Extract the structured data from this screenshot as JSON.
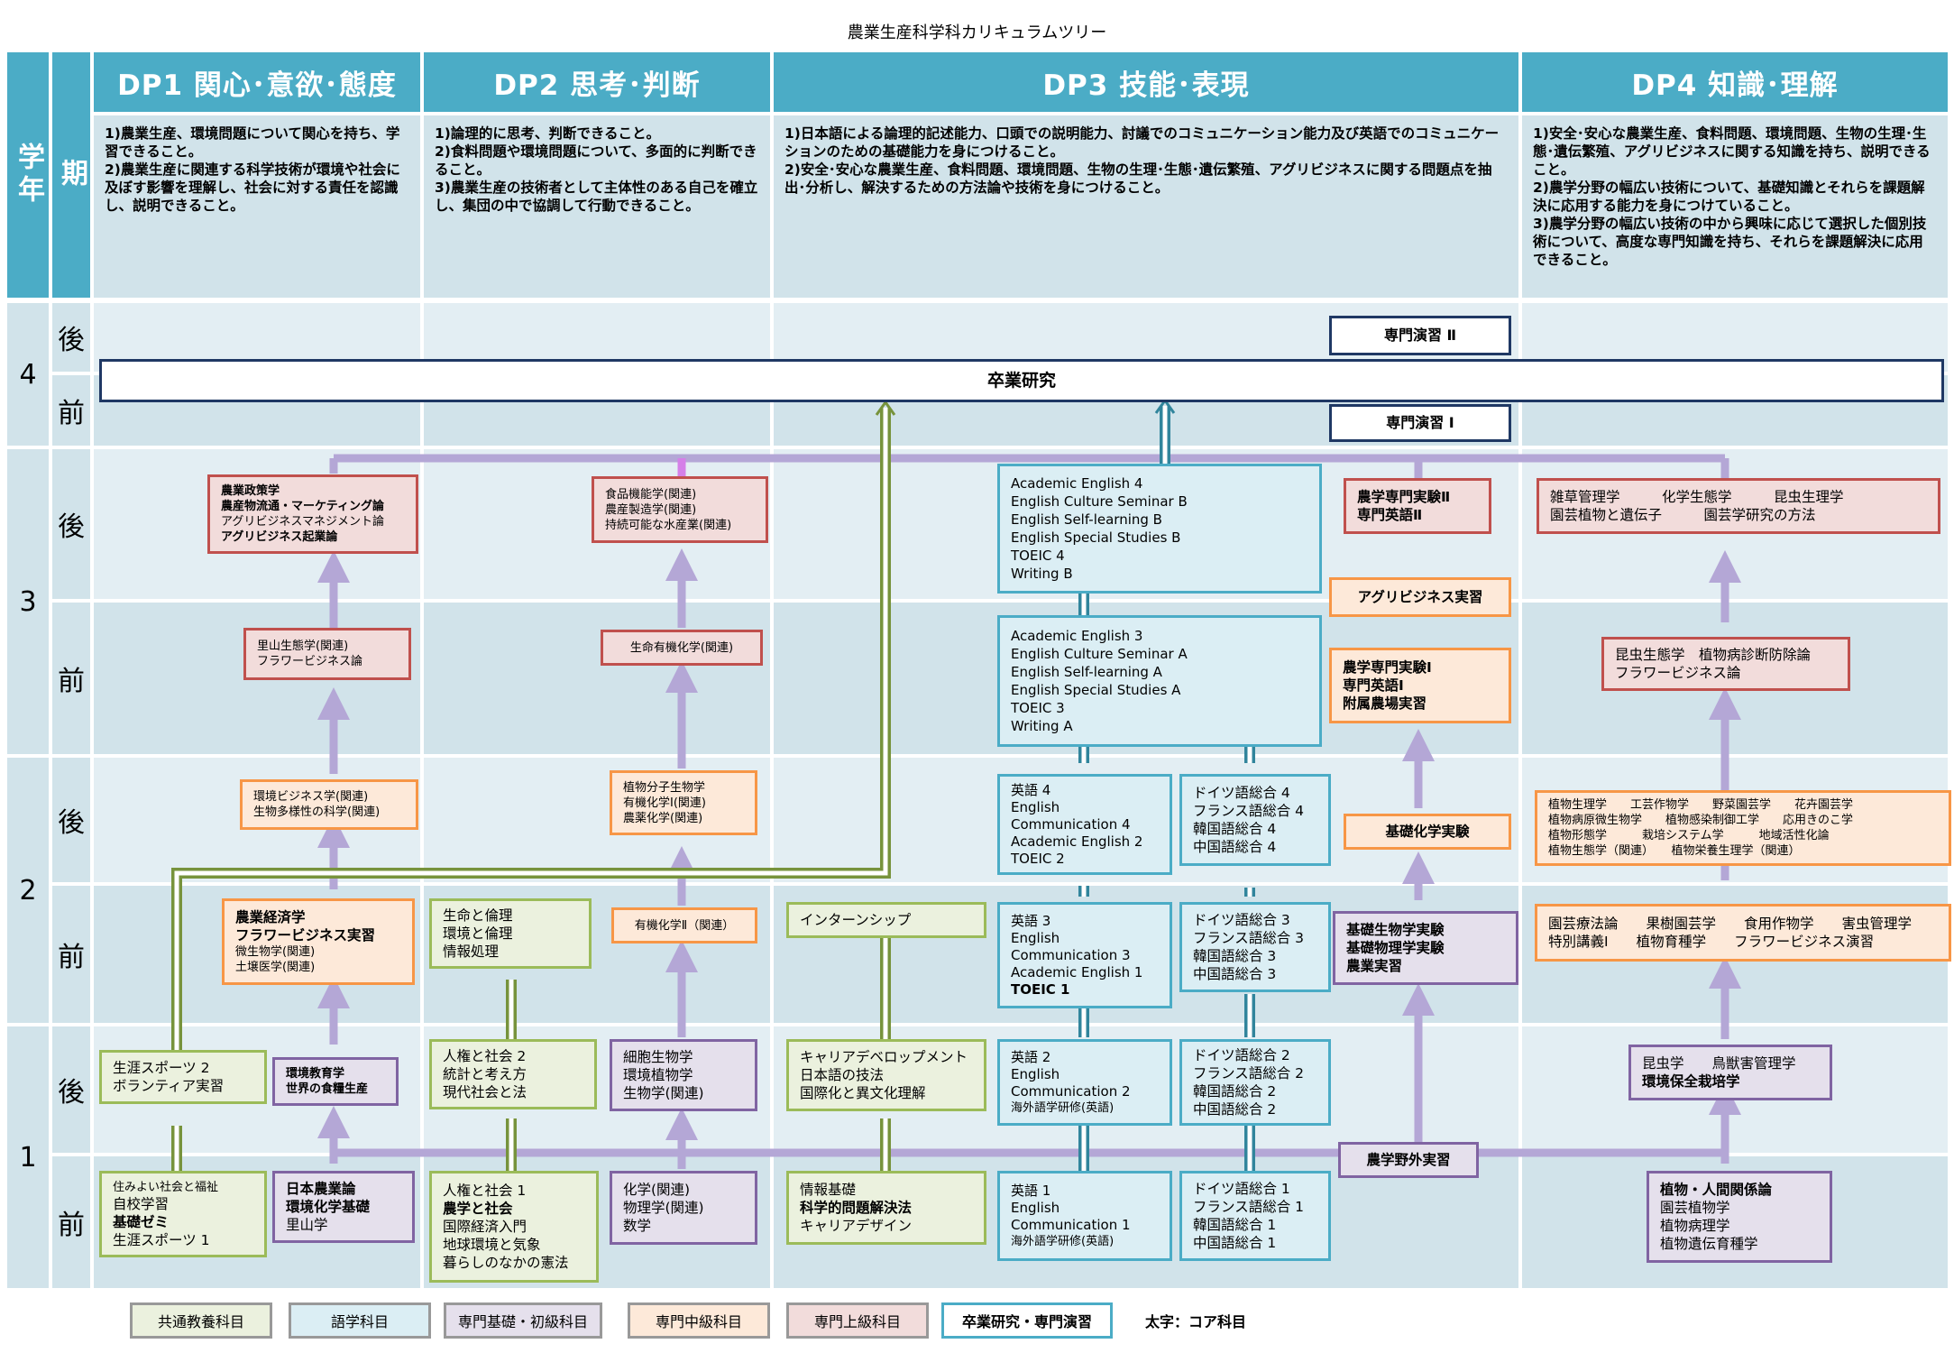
{
  "title": "農業生産科学科カリキュラムツリー",
  "header": {
    "grade_label": "学年",
    "term_label": "期",
    "dps": [
      {
        "title": "DP1 関心･意欲･態度",
        "desc": "1)農業生産、環境問題について関心を持ち、学習できること。\n2)農業生産に関連する科学技術が環境や社会に及ぼす影響を理解し、社会に対する責任を認識し、説明できること。"
      },
      {
        "title": "DP2 思考･判断",
        "desc": "1)論理的に思考、判断できること。\n2)食料問題や環境問題について、多面的に判断できること。\n3)農業生産の技術者として主体性のある自己を確立し、集団の中で協調して行動できること。"
      },
      {
        "title": "DP3 技能･表現",
        "desc": "1)日本語による論理的記述能力、口頭での説明能力、討議でのコミュニケーション能力及び英語でのコミュニケーションのための基礎能力を身につけること。\n2)安全･安心な農業生産、食料問題、環境問題、生物の生理･生態･遺伝繁殖、アグリビジネスに関する問題点を抽出･分析し、解決するための方法論や技術を身につけること。"
      },
      {
        "title": "DP4 知識･理解",
        "desc": "1)安全･安心な農業生産、食料問題、環境問題、生物の生理･生態･遺伝繁殖、アグリビジネスに関する知識を持ち、説明できること。\n2)農学分野の幅広い技術について、基礎知識とそれらを課題解決に応用する能力を身につけていること。\n3)農学分野の幅広い技術の中から興味に応じて選択した個別技術について、高度な専門知識を持ち、それらを課題解決に応用できること。"
      }
    ]
  },
  "grades": [
    "4",
    "3",
    "2",
    "1"
  ],
  "terms": [
    "後",
    "前",
    "後",
    "前",
    "後",
    "前",
    "後",
    "前"
  ],
  "boxes": {
    "sotsugyo": "卒業研究",
    "senmon_ensyu_2": "専門演習 Ⅱ",
    "senmon_ensyu_1": "専門演習 Ⅰ",
    "y3l_dp1": [
      "農業政策学",
      "農産物流通・マーケティング論",
      "アグリビジネスマネジメント論",
      "アグリビジネス起業論"
    ],
    "y3l_dp2": [
      "食品機能学(関連)",
      "農産製造学(関連)",
      "持続可能な水産業(関連)"
    ],
    "y3l_eng": [
      "Academic English 4",
      "English Culture Seminar B",
      "English Self-learning B",
      "English Special Studies B",
      "TOEIC 4",
      "Writing B"
    ],
    "y3l_jikken": [
      "農学専門実験Ⅱ",
      "専門英語Ⅱ"
    ],
    "y3l_dp4": [
      "雑草管理学　　　化学生態学　　　昆虫生理学",
      "園芸植物と遺伝子　　　園芸学研究の方法"
    ],
    "agribiz": "アグリビジネス実習",
    "y3e_dp1": [
      "里山生態学(関連)",
      "フラワービジネス論"
    ],
    "y3e_dp2": "生命有機化学(関連)",
    "y3e_eng": [
      "Academic English 3",
      "English Culture Seminar A",
      "English Self-learning A",
      "English Special Studies A",
      "TOEIC 3",
      "Writing A"
    ],
    "y3e_jikken": [
      "農学専門実験Ⅰ",
      "専門英語Ⅰ",
      "附属農場実習"
    ],
    "y3e_dp4": [
      "昆虫生態学　植物病診断防除論",
      "フラワービジネス論"
    ],
    "y2l_dp1": [
      "環境ビジネス学(関連)",
      "生物多様性の科学(関連)"
    ],
    "y2l_dp2": [
      "植物分子生物学",
      "有機化学Ⅰ(関連)",
      "農薬化学(関連)"
    ],
    "y2l_eng": [
      "英語 4",
      "English",
      "Communication 4",
      "Academic English 2",
      "TOEIC 2"
    ],
    "y2l_lang": [
      "ドイツ語総合 4",
      "フランス語総合 4",
      "韓国語総合 4",
      "中国語総合 4"
    ],
    "kiso_kagaku": "基礎化学実験",
    "y2l_dp4": [
      "植物生理学　　工芸作物学　　野菜園芸学　　花卉園芸学",
      "植物病原微生物学　　植物感染制御工学　　応用きのこ学",
      "植物形態学　　　栽培システム学　　　地域活性化論",
      "植物生態学（関連）　　植物栄養生理学（関連）"
    ],
    "y2e_dp1": [
      "農業経済学",
      "フラワービジネス実習",
      "微生物学(関連)",
      "土壌医学(関連)"
    ],
    "y2e_dp2a": [
      "生命と倫理",
      "環境と倫理",
      "情報処理"
    ],
    "y2e_dp2b": "有機化学Ⅱ（関連）",
    "internship": "インターンシップ",
    "y2e_eng": [
      "英語 3",
      "English",
      "Communication 3",
      "Academic English 1",
      "TOEIC 1"
    ],
    "y2e_lang": [
      "ドイツ語総合 3",
      "フランス語総合 3",
      "韓国語総合 3",
      "中国語総合 3"
    ],
    "y2e_jikken": [
      "基礎生物学実験",
      "基礎物理学実験",
      "農業実習"
    ],
    "y2e_dp4": [
      "園芸療法論　　果樹園芸学　　食用作物学　　害虫管理学",
      "特別講義Ⅰ　　植物育種学　　フラワービジネス演習"
    ],
    "y1l_sports": [
      "生涯スポーツ 2",
      "ボランティア実習"
    ],
    "y1l_kankyo": [
      "環境教育学",
      "世界の食糧生産"
    ],
    "y1l_ningen": [
      "人権と社会 2",
      "統計と考え方",
      "現代社会と法"
    ],
    "y1l_saibo": [
      "細胞生物学",
      "環境植物学",
      "生物学(関連)"
    ],
    "y1l_career": [
      "キャリアデベロップメント",
      "日本語の技法",
      "国際化と異文化理解"
    ],
    "y1l_eng": [
      "英語 2",
      "English",
      "Communication 2",
      "海外語学研修(英語)"
    ],
    "y1l_lang": [
      "ドイツ語総合 2",
      "フランス語総合 2",
      "韓国語総合 2",
      "中国語総合 2"
    ],
    "y1l_dp4": [
      "昆虫学　　鳥獣害管理学",
      "環境保全栽培学"
    ],
    "yagai": "農学野外実習",
    "y1e_kyoyo": [
      "住みよい社会と福祉",
      "自校学習",
      "基礎ゼミ",
      "生涯スポーツ 1"
    ],
    "y1e_nogyo": [
      "日本農業論",
      "環境化学基礎",
      "里山学"
    ],
    "y1e_ningen": [
      "人権と社会 1",
      "農学と社会",
      "国際経済入門",
      "地球環境と気象",
      "暮らしのなかの憲法"
    ],
    "y1e_kagaku": [
      "化学(関連)",
      "物理学(関連)",
      "数学"
    ],
    "y1e_joho": [
      "情報基礎",
      "科学的問題解決法",
      "キャリアデザイン"
    ],
    "y1e_eng": [
      "英語 1",
      "English",
      "Communication 1",
      "海外語学研修(英語)"
    ],
    "y1e_lang": [
      "ドイツ語総合 1",
      "フランス語総合 1",
      "韓国語総合 1",
      "中国語総合 1"
    ],
    "y1e_dp4": [
      "植物・人間関係論",
      "園芸植物学",
      "植物病理学",
      "植物遺伝育種学"
    ]
  },
  "legend": {
    "items": [
      "共通教養科目",
      "語学科目",
      "専門基礎・初級科目",
      "専門中級科目",
      "専門上級科目",
      "卒業研究・専門演習"
    ],
    "note": "太字：コア科目"
  }
}
